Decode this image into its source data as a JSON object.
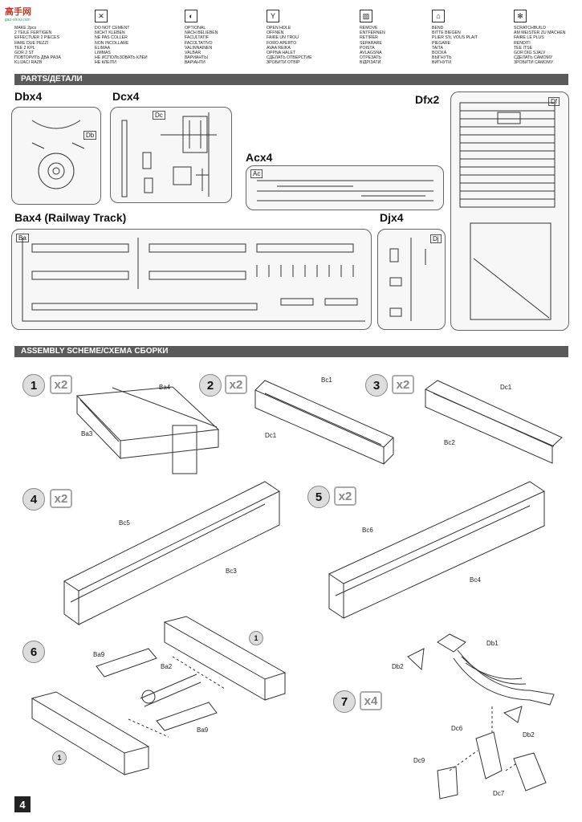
{
  "logo": {
    "text": "高手网",
    "url": "gao-shou.com"
  },
  "legend": [
    {
      "icon": "",
      "lines": [
        "MAKE 2pcs",
        "2 TEILE FERTIGEN",
        "EFFECTUER 2 PIECES",
        "FARE DUE PEZZI",
        "TEE 2 KPL",
        "GÖR 2 ST",
        "ПОВТОРИТЬ ДВА РАЗА",
        "KLIJACI RAZB"
      ]
    },
    {
      "icon": "✕",
      "lines": [
        "DO NOT CEMENT",
        "NICHT KLEBEN",
        "NE PAS COLLER",
        "NON INCOLLARE",
        "ELIMAA",
        "LIMMAS",
        "НЕ ИСПОЛЬЗОВАТЬ КЛЕЙ",
        "НЕ КЛЕЇТИ"
      ]
    },
    {
      "icon": "◐",
      "lines": [
        "OPTIONAL",
        "NACH BELIEBEN",
        "FACULTATIF",
        "FACOLTATIVO",
        "VALINNAINEN",
        "VALBAR",
        "ВАРИАНТЫ",
        "ВАРІАНТИ"
      ]
    },
    {
      "icon": "Y",
      "lines": [
        "OPEN HOLE",
        "ÖFFNEN",
        "FAIRE UN TROU",
        "FORO APERTO",
        "AVAA REIKÄ",
        "ÖPPNA HÅLET",
        "СДЕЛАТЬ ОТВЕРСТИЕ",
        "ЗРОБИТИ ОТВІР"
      ]
    },
    {
      "icon": "▨",
      "lines": [
        "REMOVE",
        "ENTFERNEN",
        "RETIRER",
        "SEPARARE",
        "POISTA",
        "AVLÄGSNA",
        "ОТРЕЗАТЬ",
        "ВІДРІЗАТИ"
      ]
    },
    {
      "icon": "⌂",
      "lines": [
        "BEND",
        "BITTE BIEGEN",
        "PLIER S'IL VOUS PLAIT",
        "PIEGARE",
        "TAITA",
        "BOCKA",
        "ВЫГНУТЬ",
        "ВИГНУТИ"
      ]
    },
    {
      "icon": "✻",
      "lines": [
        "SCRATCHBUILD",
        "AM MEISTER ZU MACHEN",
        "FAIRE LE PLUS",
        "RENDITI",
        "TEE ITSE",
        "GÖR DIG SJÄLV",
        "СДЕЛАТЬ САМОМУ",
        "ЗРОБИТИ САМОМУ"
      ]
    }
  ],
  "parts_header": "PARTS/ДЕТАЛИ",
  "assembly_header": "ASSEMBLY SCHEME/СХЕМА СБОРКИ",
  "sprues": {
    "dbx4": "Dbx4",
    "dcx4": "Dcx4",
    "dfx2": "Dfx2",
    "acx4": "Acx4",
    "bax4": "Bax4 (Railway Track)",
    "djx4": "Djx4"
  },
  "sprue_tags": {
    "db": "Db",
    "dc": "Dc",
    "df": "Df",
    "ac": "Ac",
    "ba": "Ba",
    "dj": "Dj"
  },
  "steps": [
    {
      "num": "1",
      "mult": "x2"
    },
    {
      "num": "2",
      "mult": "x2"
    },
    {
      "num": "3",
      "mult": "x2"
    },
    {
      "num": "4",
      "mult": "x2"
    },
    {
      "num": "5",
      "mult": "x2"
    },
    {
      "num": "6",
      "mult": ""
    },
    {
      "num": "7",
      "mult": "x4"
    }
  ],
  "labels": {
    "ba4": "Ba4",
    "ba3": "Ba3",
    "bc1": "Bc1",
    "dc1a": "Dc1",
    "dc1b": "Dc1",
    "bc2": "Bc2",
    "bc5": "Bc5",
    "bc3": "Bc3",
    "bc6": "Bc6",
    "bc4": "Bc4",
    "ba9a": "Ba9",
    "ba2": "Ba2",
    "ba9b": "Ba9",
    "one_a": "1",
    "one_b": "1",
    "db1": "Db1",
    "db2a": "Db2",
    "db2b": "Db2",
    "dc6": "Dc6",
    "dc9": "Dc9",
    "dc7": "Dc7"
  },
  "page_number": "4"
}
